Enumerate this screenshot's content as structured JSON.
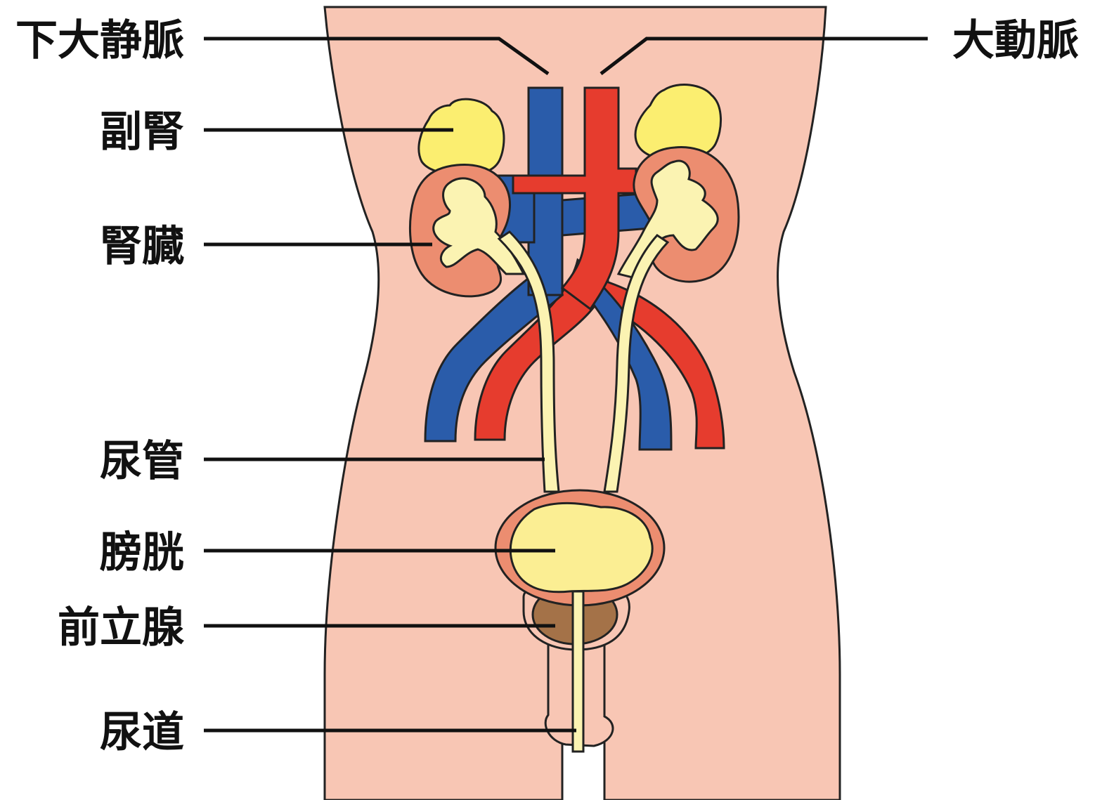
{
  "labels": {
    "ivc": "下大静脈",
    "aorta": "大動脈",
    "adrenal": "副腎",
    "kidney": "腎臓",
    "ureter": "尿管",
    "bladder": "膀胱",
    "prostate": "前立腺",
    "urethra": "尿道"
  },
  "colors": {
    "skin": "#f8c6b4",
    "outline": "#222222",
    "vein": "#2a5caa",
    "artery": "#e63c2e",
    "kidney": "#ec8d70",
    "pelvis": "#fbf3b2",
    "adrenal": "#fbee70",
    "bladder_wall": "#ec8d70",
    "bladder_fill": "#fbee93",
    "prostate": "#a47248",
    "ureter": "#fbf3b2"
  }
}
